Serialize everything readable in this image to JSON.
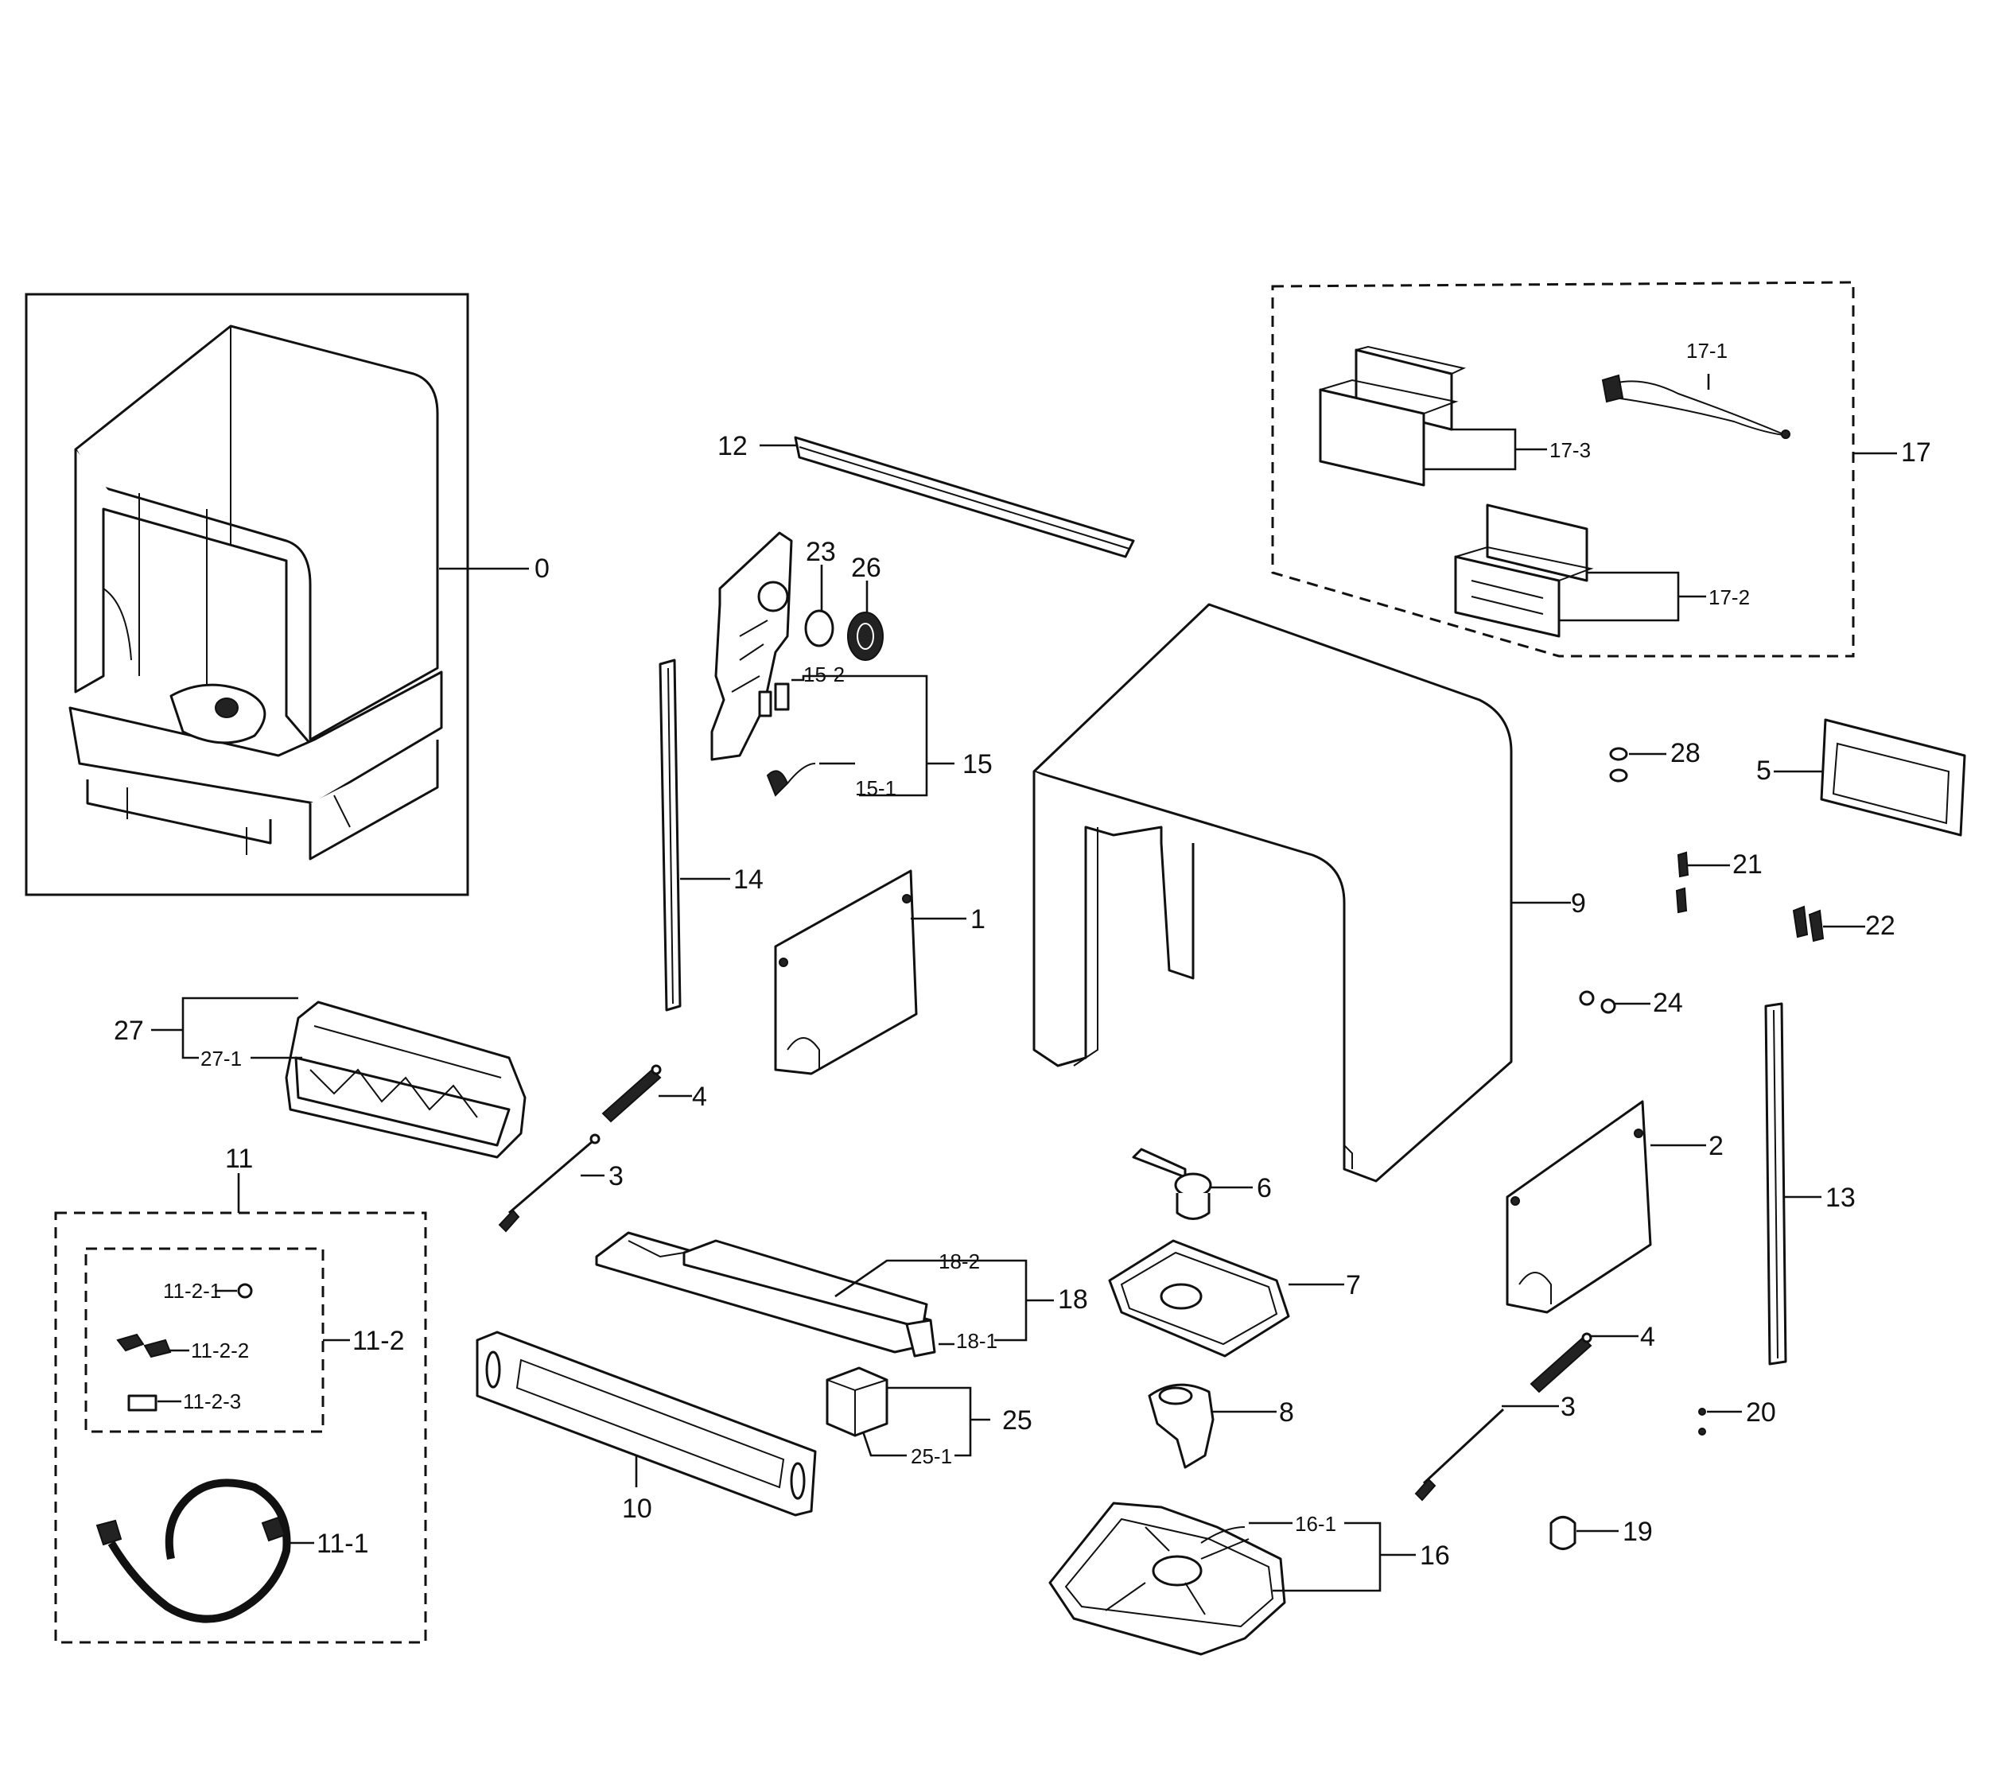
{
  "labels": {
    "p0": "0",
    "p1": "1",
    "p2": "2",
    "p3a": "3",
    "p3b": "3",
    "p4a": "4",
    "p4b": "4",
    "p5": "5",
    "p6": "6",
    "p7": "7",
    "p8": "8",
    "p9": "9",
    "p10": "10",
    "p11": "11",
    "p11_1": "11-1",
    "p11_2": "11-2",
    "p11_2_1": "11-2-1",
    "p11_2_2": "11-2-2",
    "p11_2_3": "11-2-3",
    "p12": "12",
    "p13": "13",
    "p14": "14",
    "p15": "15",
    "p15_1": "15-1",
    "p15_2": "15-2",
    "p16": "16",
    "p16_1": "16-1",
    "p17": "17",
    "p17_1": "17-1",
    "p17_2": "17-2",
    "p17_3": "17-3",
    "p18": "18",
    "p18_1": "18-1",
    "p18_2": "18-2",
    "p19": "19",
    "p20": "20",
    "p21": "21",
    "p22": "22",
    "p23": "23",
    "p24": "24",
    "p25": "25",
    "p25_1": "25-1",
    "p26": "26",
    "p27": "27",
    "p27_1": "27-1",
    "p28": "28"
  }
}
